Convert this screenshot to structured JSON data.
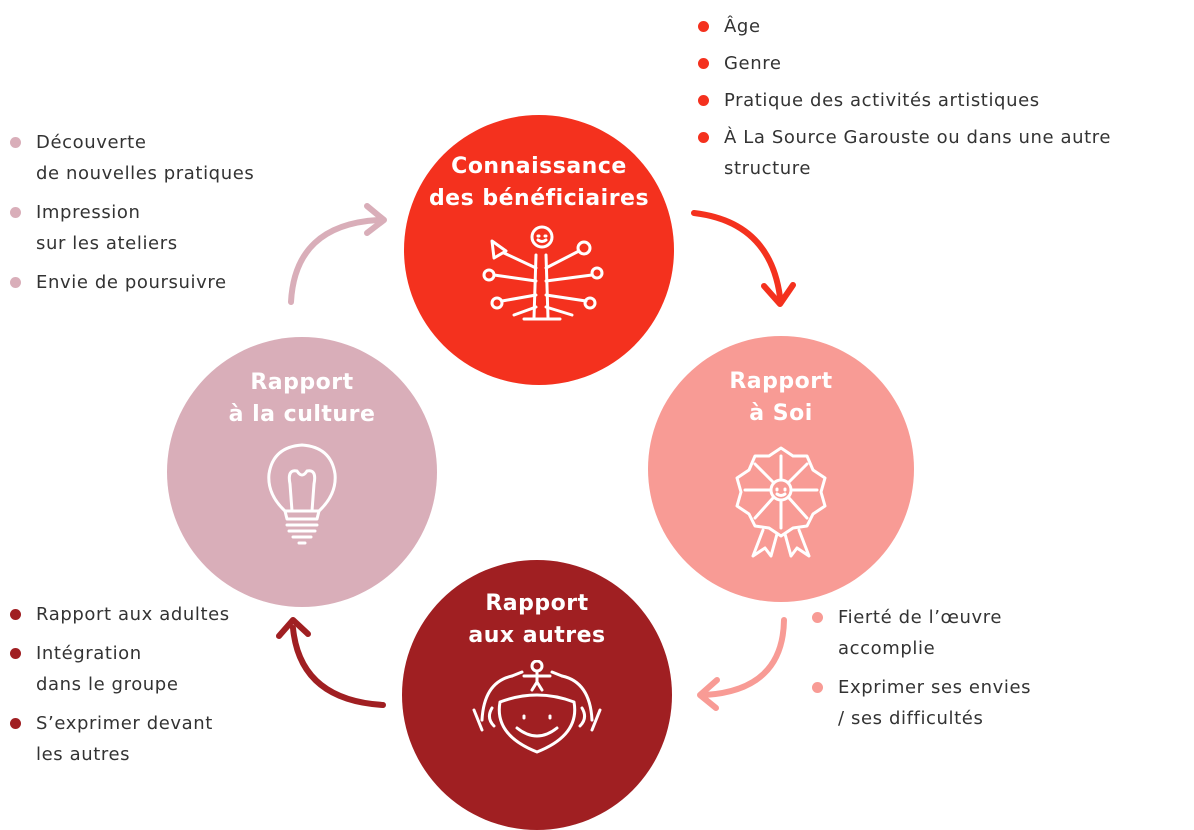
{
  "colors": {
    "beneficiaires": "#f4311e",
    "soi": "#f89b95",
    "culture": "#d9aeb9",
    "autres": "#a01f22",
    "text": "#333333"
  },
  "circles": {
    "beneficiaires": {
      "title": "Connaissance\ndes bénéficiaires",
      "icon": "tree-figure-icon"
    },
    "soi": {
      "title": "Rapport\nà Soi",
      "icon": "rosette-ribbon-icon"
    },
    "culture": {
      "title": "Rapport\nà la culture",
      "icon": "lightbulb-icon"
    },
    "autres": {
      "title": "Rapport\naux autres",
      "icon": "group-children-icon"
    }
  },
  "lists": {
    "beneficiaires": [
      "Âge",
      "Genre",
      "Pratique des activités artistiques",
      "À La Source Garouste ou dans une autre\nstructure"
    ],
    "culture": [
      "Découverte\nde nouvelles pratiques",
      "Impression\nsur les ateliers",
      "Envie de poursuivre"
    ],
    "autres": [
      "Rapport aux adultes",
      "Intégration\ndans le groupe",
      "S’exprimer devant\nles autres"
    ],
    "soi": [
      "Fierté de l’œuvre\naccomplie",
      "Exprimer ses envies\n/ ses difficultés"
    ]
  }
}
